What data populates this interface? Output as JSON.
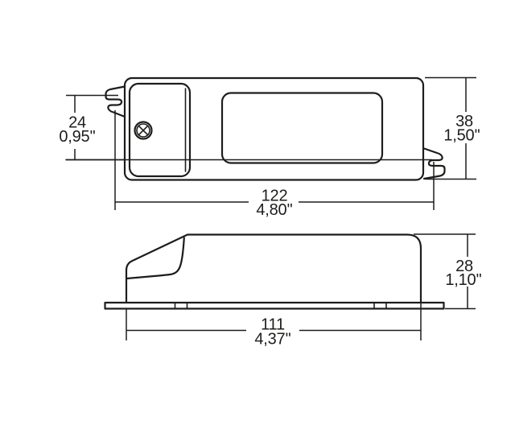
{
  "drawing": {
    "title": "led-driver-enclosure-dimension-drawing",
    "line_color": "#1d1d1b",
    "background_color": "#ffffff",
    "icons": {
      "screw": "screw-head-circle-x-icon",
      "left_clip": "cable-clamp-clip-icon",
      "right_clip": "cable-clamp-clip-icon"
    },
    "dimensions": {
      "clip_height": {
        "mm": "24",
        "inch": "0,95''"
      },
      "overall_length": {
        "mm": "122",
        "inch": "4,80''"
      },
      "body_width": {
        "mm": "38",
        "inch": "1,50''"
      },
      "body_height": {
        "mm": "28",
        "inch": "1,10''"
      },
      "base_length": {
        "mm": "111",
        "inch": "4,37''"
      }
    }
  }
}
